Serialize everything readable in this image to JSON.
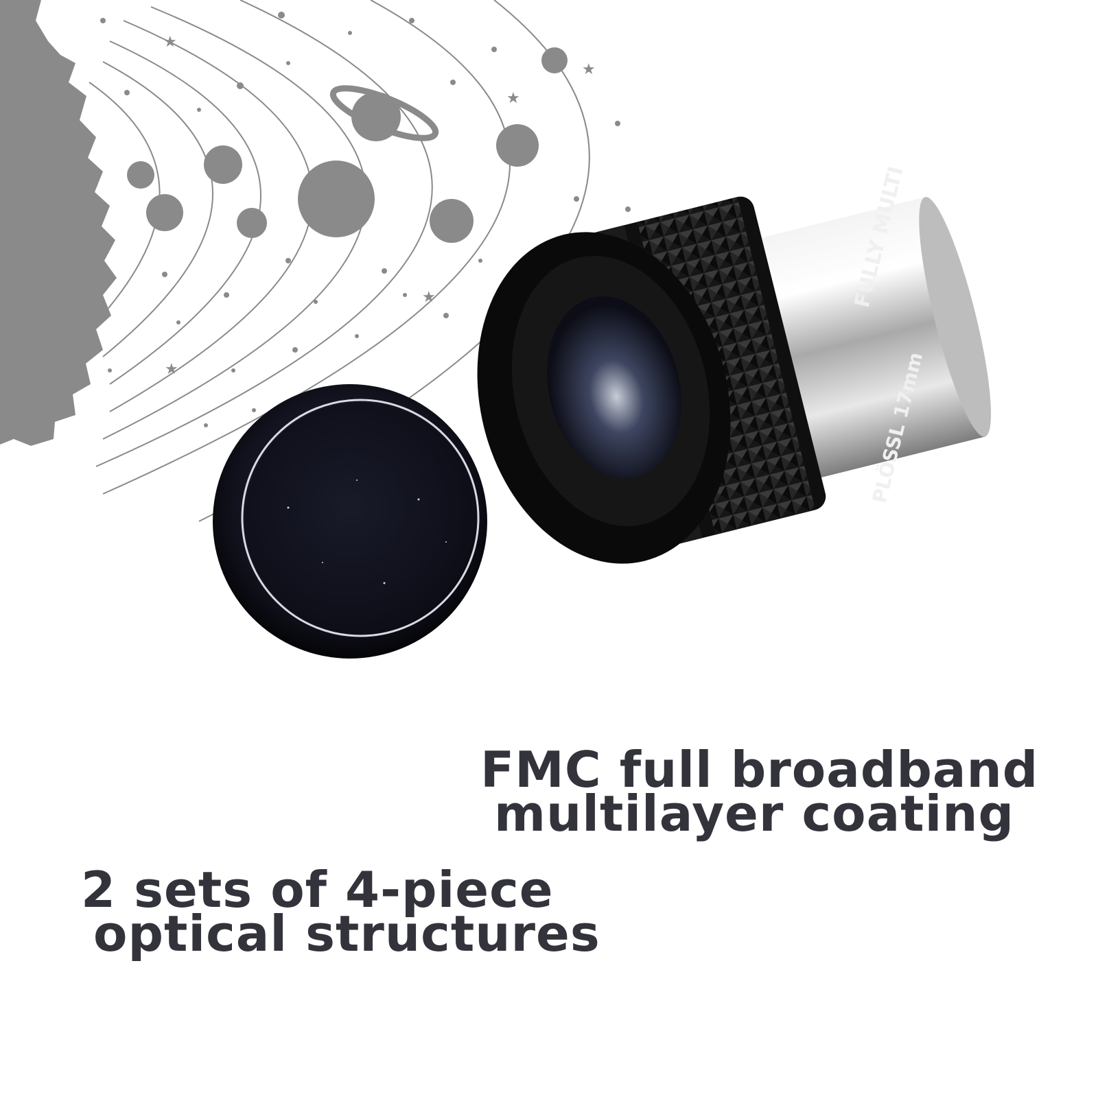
{
  "eyepiece": {
    "barrel_text_top": "FULLY MULTI",
    "barrel_text_bottom": "PLÖSSL 17mm"
  },
  "captions": {
    "coating_line1": "FMC full broadband",
    "coating_line2": "multilayer coating",
    "optics_line1": "2 sets of 4-piece",
    "optics_line2": "optical structures"
  },
  "colors": {
    "illustration_gray": "#8a8a8a",
    "caption_text": "#33333b",
    "eyepiece_black": "#111111",
    "chrome": "#d9d9d9"
  }
}
